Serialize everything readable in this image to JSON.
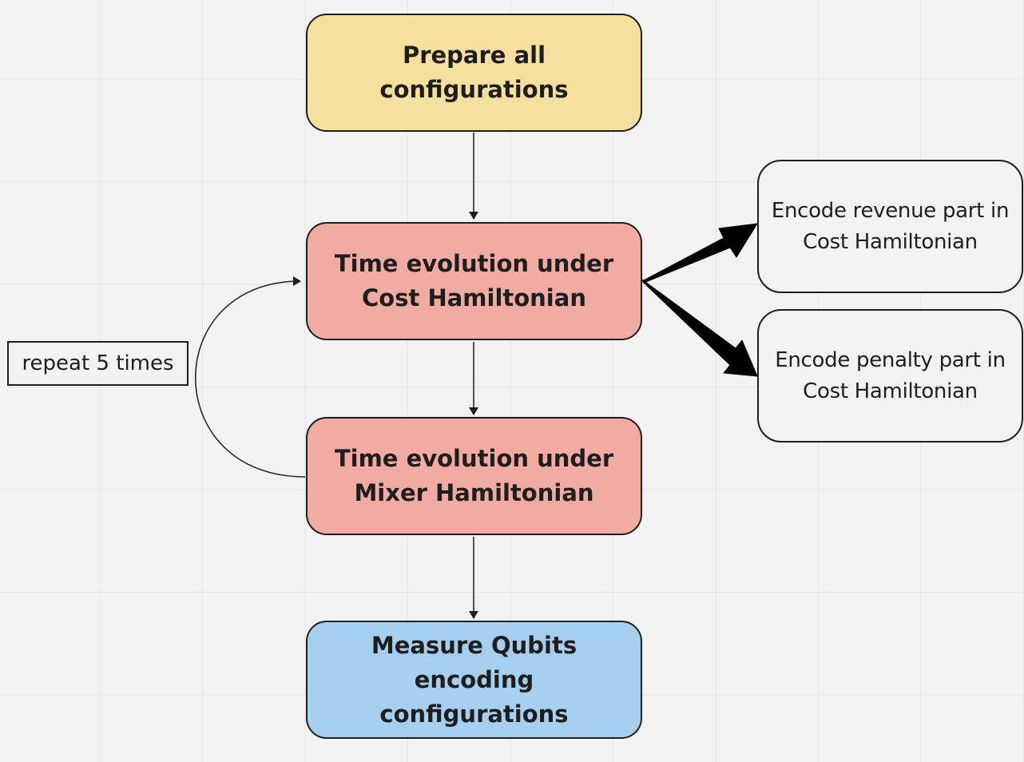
{
  "nodes": {
    "prepare": {
      "label": "Prepare all configurations",
      "fill": "#f6df9f"
    },
    "cost": {
      "label_line1": "Time evolution under",
      "label_line2": "Cost Hamiltonian",
      "fill": "#f2aba2"
    },
    "mixer": {
      "label_line1": "Time evolution under",
      "label_line2": "Mixer Hamiltonian",
      "fill": "#f2aba2"
    },
    "measure": {
      "label_line1": "Measure Qubits encoding",
      "label_line2": "configurations",
      "fill": "#a6cfef"
    },
    "revenue": {
      "label_line1": "Encode revenue part in",
      "label_line2": "Cost Hamiltonian"
    },
    "penalty": {
      "label_line1": "Encode penalty part in",
      "label_line2": "Cost Hamiltonian"
    }
  },
  "loop": {
    "label": "repeat 5 times"
  },
  "colors": {
    "stroke": "#1e1e1e",
    "background": "#f2f2f2"
  }
}
